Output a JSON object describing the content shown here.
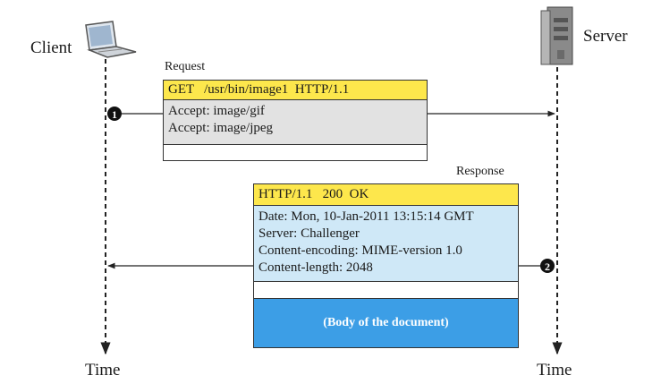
{
  "client": {
    "label": "Client"
  },
  "server": {
    "label": "Server"
  },
  "time_labels": {
    "client": "Time",
    "server": "Time"
  },
  "request": {
    "caption": "Request",
    "marker": "1",
    "header": "GET   /usr/bin/image1  HTTP/1.1",
    "lines": [
      "Accept: image/gif",
      "Accept: image/jpeg"
    ]
  },
  "response": {
    "caption": "Response",
    "marker": "2",
    "header": "HTTP/1.1   200  OK",
    "lines": [
      "Date: Mon, 10-Jan-2011 13:15:14 GMT",
      "Server: Challenger",
      "Content-encoding: MIME-version 1.0",
      "Content-length: 2048"
    ],
    "body": "(Body of the document)"
  },
  "colors": {
    "header_yellow": "#fde74c",
    "request_body_gray": "#e2e2e2",
    "response_body_blue": "#cfe8f7",
    "document_blue": "#3c9ee6"
  }
}
